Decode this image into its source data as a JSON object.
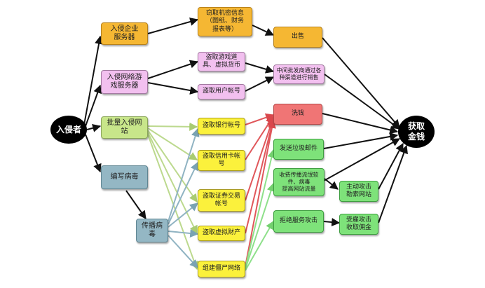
{
  "nodes": {
    "intruder": "入侵者",
    "profit": "获取\n金钱",
    "invade_corp": "入侵企业\n服务器",
    "invade_game": "入侵网络游\n戏服务器",
    "mass_invade": "批量入侵网\n站",
    "write_virus": "编写病毒",
    "spread_virus": "传播病\n毒",
    "steal_secrets": "窃取机密信息\n（图纸、财务\n报表等）",
    "steal_game_items": "盗取游戏道\n具、虚拟货币",
    "steal_user_acct": "盗取用户帐号",
    "steal_bank": "盗取银行帐号",
    "steal_card": "盗取信用卡帐\n号",
    "steal_securities": "盗取证券交易\n帐号",
    "steal_virtual": "盗取虚拟财产",
    "botnet": "组建僵尸网络",
    "sell": "出售",
    "middleman": "中间批发商通过各\n种渠道进行销售",
    "launder": "洗钱",
    "spam": "发送垃圾邮件",
    "spread_malware": "收费传播流氓软\n件、病毒\n提高网站流量",
    "ddos": "拒绝服务攻击",
    "extort": "主动攻击\n勒索网站",
    "hire": "受雇攻击\n收取佣金"
  },
  "colors": {
    "black_arrow": "#111111",
    "lime_arrow": "#bcd98e",
    "steel_arrow": "#8fb3c2",
    "red_arrow": "#e0575b",
    "green_arrow": "#8ee08a"
  }
}
